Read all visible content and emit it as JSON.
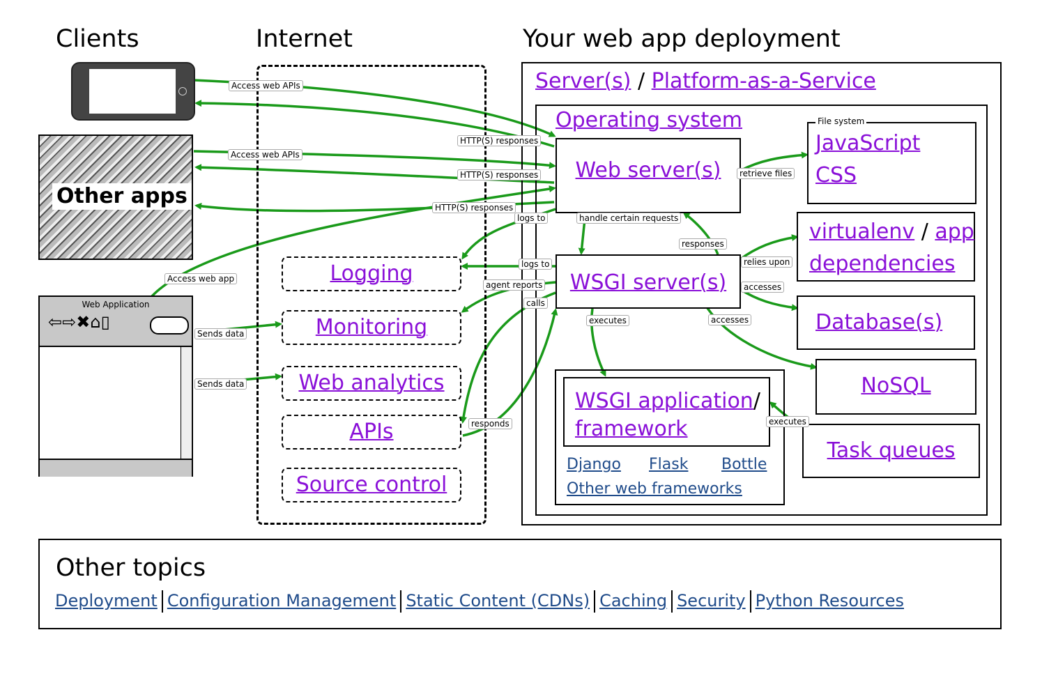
{
  "headings": {
    "clients": "Clients",
    "internet": "Internet",
    "deployment": "Your web app deployment"
  },
  "server": {
    "servers_label": "Server(s)",
    "slash": "/",
    "paas_label": "Platform-as-a-Service",
    "os_label": "Operating system",
    "web_server_label": "Web server(s)",
    "wsgi_server_label": "WSGI server(s)",
    "file_system_caption": "File system",
    "javascript_label": "JavaScript",
    "css_label": "CSS",
    "virtualenv_label": "virtualenv",
    "app_label": "app",
    "dependencies_label": "dependencies",
    "database_label": "Database(s)",
    "nosql_label": "NoSQL",
    "task_queues_label": "Task queues",
    "wsgi_app_label": "WSGI application",
    "framework_label": "framework",
    "frameworks": [
      "Django",
      "Flask",
      "Bottle"
    ],
    "other_frameworks_label": "Other web frameworks"
  },
  "internet_services": [
    "Logging",
    "Monitoring",
    "Web analytics",
    "APIs",
    "Source control"
  ],
  "clients": {
    "other_apps_label": "Other apps",
    "browser_title": "Web Application"
  },
  "edge_labels": {
    "access_web_apis_1": "Access web APIs",
    "access_web_apis_2": "Access web APIs",
    "http_responses_1": "HTTP(S) responses",
    "http_responses_2": "HTTP(S) responses",
    "http_responses_3": "HTTP(S) responses",
    "access_web_app": "Access web app",
    "sends_data_1": "Sends data",
    "sends_data_2": "Sends data",
    "logs_to_1": "logs to",
    "logs_to_2": "logs to",
    "agent_reports": "agent reports",
    "calls": "calls",
    "responds": "responds",
    "handle_certain_requests": "handle certain requests",
    "responses": "responses",
    "retrieve_files": "retrieve files",
    "relies_upon": "relies upon",
    "accesses_1": "accesses",
    "accesses_2": "accesses",
    "executes_1": "executes",
    "executes_2": "executes"
  },
  "other_topics": {
    "title": "Other topics",
    "links": [
      "Deployment",
      "Configuration Management",
      "Static Content (CDNs)",
      "Caching",
      "Security",
      "Python Resources"
    ]
  },
  "colors": {
    "arrow": "#1a9a1a",
    "link": "#8a10d8",
    "topic_link": "#1f4b8a"
  }
}
